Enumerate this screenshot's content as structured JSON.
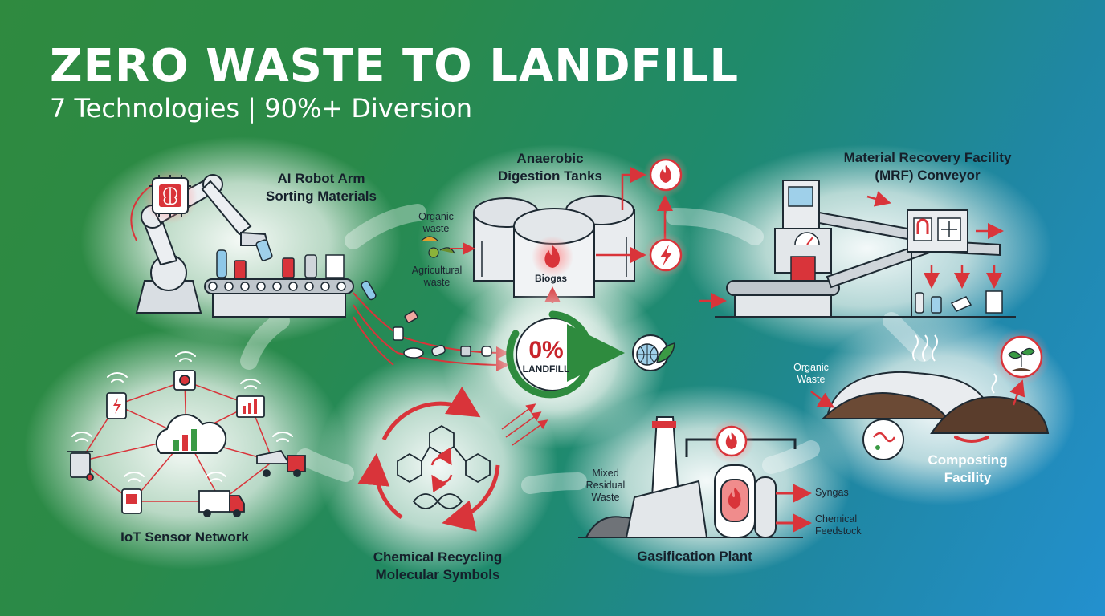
{
  "title": "ZERO WASTE TO LANDFILL",
  "subtitle": "7 Technologies | 90%+ Diversion",
  "hub": {
    "big": "0%",
    "small": "LANDFILL"
  },
  "robot": {
    "label": "AI Robot Arm\nSorting Materials"
  },
  "digestion": {
    "label": "Anaerobic\nDigestion Tanks",
    "input_organic": "Organic\nwaste",
    "input_agri": "Agricultural\nwaste",
    "tank_label": "Biogas"
  },
  "mrf": {
    "label": "Material Recovery Facility\n(MRF) Conveyor"
  },
  "iot": {
    "label": "IoT Sensor Network"
  },
  "chemical": {
    "label": "Chemical Recycling\nMolecular Symbols"
  },
  "gasification": {
    "label": "Gasification Plant",
    "input": "Mixed\nResidual\nWaste",
    "out_syngas": "Syngas",
    "out_feedstock": "Chemical\nFeedstock"
  },
  "composting": {
    "label": "Composting\nFacility",
    "input": "Organic\nWaste"
  },
  "colors": {
    "accent_red": "#d9343a",
    "eco_green": "#2e8b3e",
    "line_dark": "#1e2a33",
    "metal": "#d9dee3"
  },
  "icons": [
    "brain-chip-icon",
    "flame-icon",
    "lightning-icon",
    "globe-leaf-icon",
    "cloud-chart-icon",
    "recycle-icon",
    "seedling-icon",
    "wifi-icon"
  ]
}
